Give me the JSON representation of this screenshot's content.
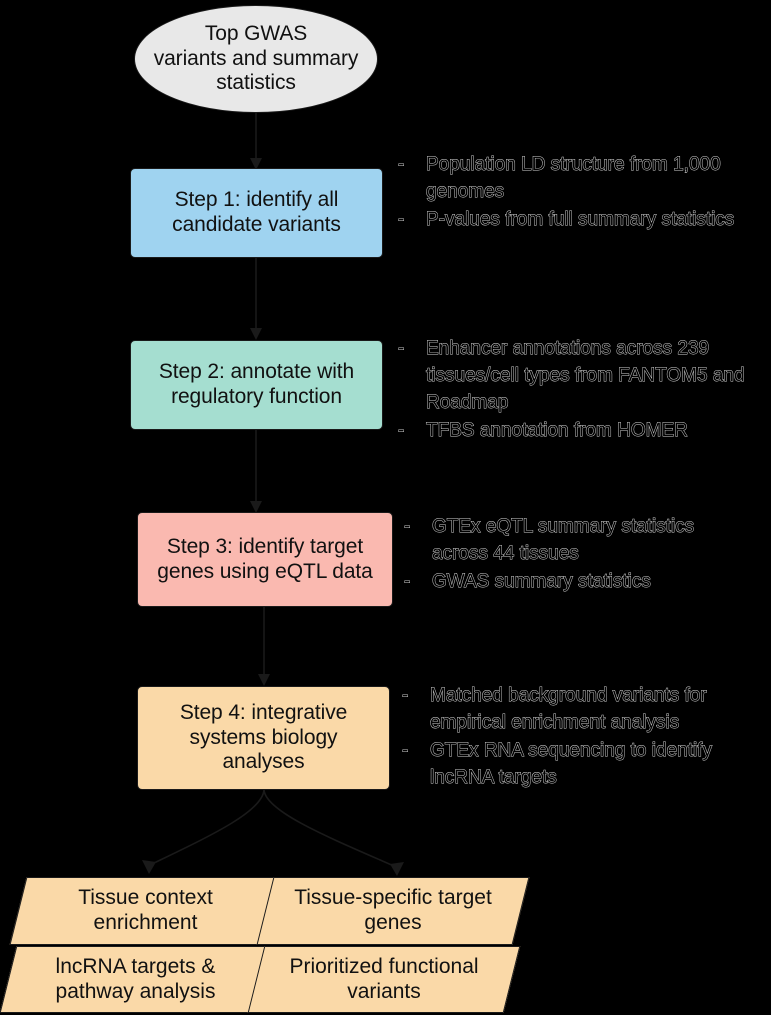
{
  "diagram": {
    "title": "GWAS variant-to-function analysis workflow",
    "background": "#000000",
    "nodes": {
      "start": {
        "shape": "ellipse",
        "label": "Top GWAS\nvariants and summary\nstatistics",
        "fill": "#e8e8e8"
      },
      "step1": {
        "shape": "rounded-rect",
        "label": "Step 1: identify all\ncandidate variants",
        "fill": "#9fd3f0"
      },
      "step2": {
        "shape": "rounded-rect",
        "label": "Step 2: annotate with\nregulatory function",
        "fill": "#a5ded0"
      },
      "step3": {
        "shape": "rounded-rect",
        "label": "Step 3: identify target\ngenes using eQTL data",
        "fill": "#fab9b0"
      },
      "step4": {
        "shape": "rounded-rect",
        "label": "Step 4: integrative\nsystems biology\nanalyses",
        "fill": "#fad9a8"
      },
      "out1": {
        "shape": "parallelogram",
        "label": "Tissue context\nenrichment",
        "fill": "#fad9a8"
      },
      "out2": {
        "shape": "parallelogram",
        "label": "Tissue-specific target\ngenes",
        "fill": "#fad9a8"
      },
      "out3": {
        "shape": "parallelogram",
        "label": "lncRNA targets &\npathway analysis",
        "fill": "#fad9a8"
      },
      "out4": {
        "shape": "parallelogram",
        "label": "Prioritized functional\nvariants",
        "fill": "#fad9a8"
      }
    },
    "annotations": {
      "bullet": "-",
      "step1": [
        "Population LD structure from 1,000 genomes",
        "P-values from full summary statistics"
      ],
      "step2": [
        "Enhancer annotations across 239 tissues/cell types from FANTOM5 and Roadmap",
        "TFBS annotation from HOMER"
      ],
      "step3": [
        "GTEx eQTL summary statistics across 44 tissues",
        "GWAS summary statistics"
      ],
      "step4": [
        "Matched background variants for empirical enrichment analysis",
        "GTEx RNA sequencing to identify lncRNA targets"
      ]
    }
  }
}
